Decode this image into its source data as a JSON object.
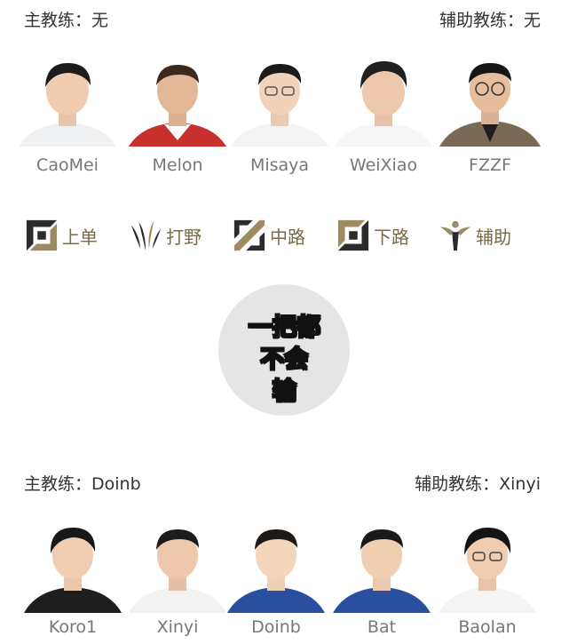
{
  "team1": {
    "head_coach": "主教练：无",
    "assistant_coach": "辅助教练：无",
    "players": [
      "CaoMei",
      "Melon",
      "Misaya",
      "WeiXiao",
      "FZZF"
    ]
  },
  "roles": [
    {
      "label": "上单",
      "icon": "top-lane-icon"
    },
    {
      "label": "打野",
      "icon": "jungle-icon"
    },
    {
      "label": "中路",
      "icon": "mid-lane-icon"
    },
    {
      "label": "下路",
      "icon": "bot-lane-icon"
    },
    {
      "label": "辅助",
      "icon": "support-icon"
    }
  ],
  "slogan": [
    "一把都",
    "不会",
    "输"
  ],
  "team2": {
    "head_coach": "主教练：Doinb",
    "assistant_coach": "辅助教练：Xinyi",
    "players": [
      "Koro1",
      "Xinyi",
      "Doinb",
      "Bat",
      "Baolan"
    ]
  },
  "colors": {
    "role_gold": "#7a6a45",
    "role_dark": "#2b2b2b",
    "name_gray": "#777777",
    "badge_bg": "#e5e5e5"
  }
}
